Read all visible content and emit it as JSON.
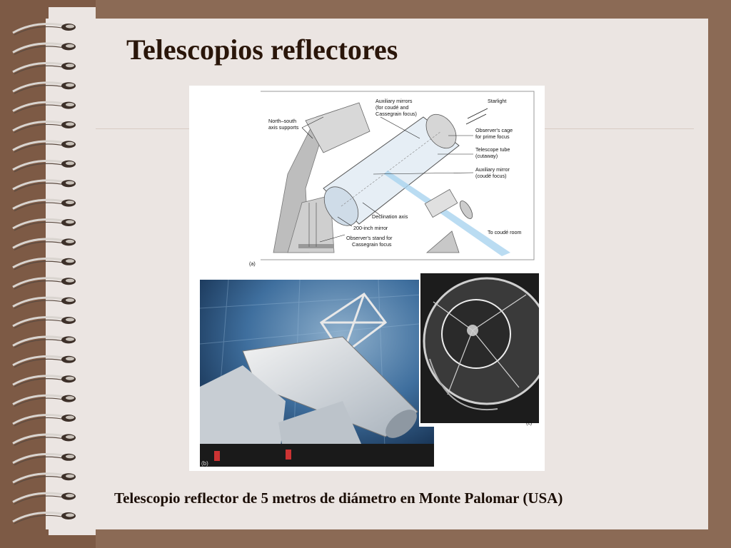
{
  "slide": {
    "title": "Telescopios reflectores",
    "caption": "Telescopio reflector de 5 metros de diámetro en Monte Palomar (USA)"
  },
  "figure": {
    "panel_a": {
      "label": "(a)",
      "annotations": {
        "aux_mirrors_1": "Auxiliary mirrors",
        "aux_mirrors_2": "(for coudé and",
        "aux_mirrors_3": "Cassegrain focus)",
        "starlight": "Starlight",
        "axis_1": "North–south",
        "axis_2": "axis supports",
        "cage_1": "Observer's cage",
        "cage_2": "for prime focus",
        "tube_1": "Telescope tube",
        "tube_2": "(cutaway)",
        "aux_coude_1": "Auxiliary mirror",
        "aux_coude_2": "(coudé focus)",
        "declination": "Declination axis",
        "mirror": "200-inch mirror",
        "stand_1": "Observer's stand for",
        "stand_2": "Cassegrain focus",
        "coude_room": "To coudé room"
      }
    },
    "panel_b": {
      "label": "(b)"
    },
    "panel_c": {
      "label": "(c)"
    }
  },
  "colors": {
    "frame": "#8b6a55",
    "page": "#ebe5e2",
    "title": "#2a160a",
    "dome_blue": "#2f5f8f"
  }
}
